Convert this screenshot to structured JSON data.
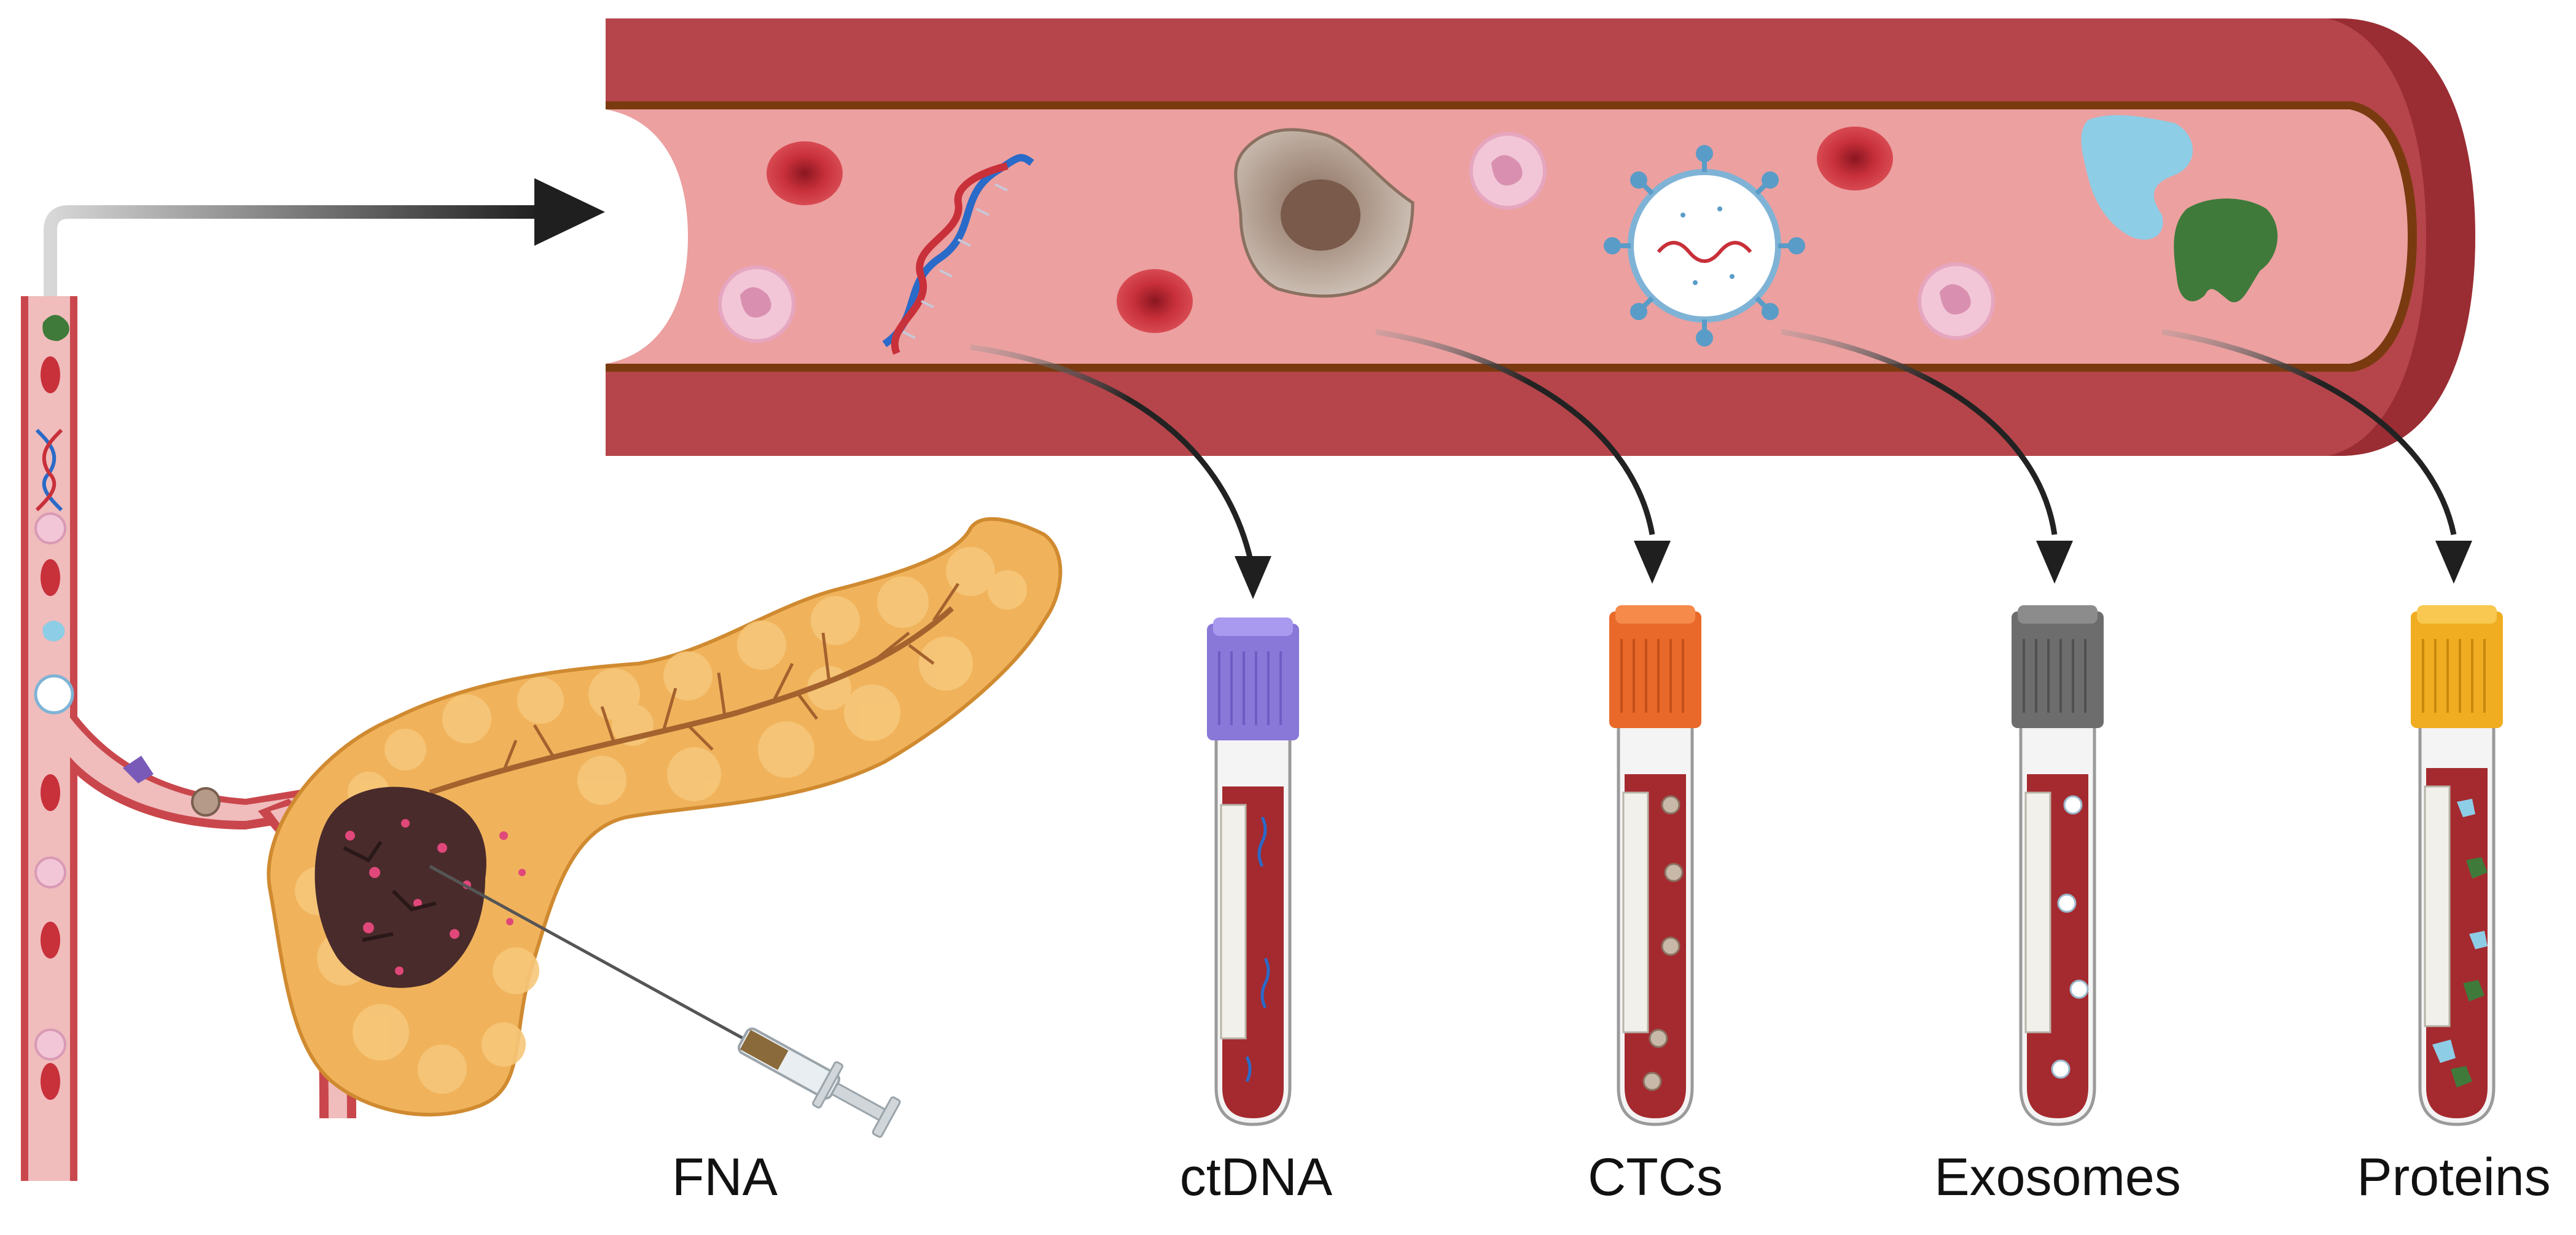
{
  "labels": {
    "fna": "FNA",
    "ctdna": "ctDNA",
    "ctcs": "CTCs",
    "exosomes": "Exosomes",
    "proteins": "Proteins"
  },
  "colors": {
    "vessel_outer": "#b5454a",
    "vessel_lumen": "#eca0a0",
    "vessel_edge": "#7a3a10",
    "vessel_end": "#9a2d33",
    "rbc": "#c8303a",
    "wbc": "#f2c6d6",
    "pancreas": "#f0b35c",
    "pancreas_edge": "#d08a30",
    "tumor": "#4a2b2b",
    "tube_blood": "#a42a2f",
    "cap_ctdna": "#8a78d8",
    "cap_ctcs": "#e8692a",
    "cap_exosomes": "#6d6d6d",
    "cap_proteins": "#f0ad22",
    "arrow": "#1f1f1f",
    "protein_blue": "#8ecde6",
    "protein_green": "#3f7a3a"
  },
  "icons": [
    "blood-vessel",
    "red-blood-cell",
    "white-blood-cell",
    "dna-helix",
    "circulating-tumor-cell",
    "exosome",
    "protein",
    "pancreas",
    "tumor",
    "syringe",
    "blood-collection-tube"
  ]
}
